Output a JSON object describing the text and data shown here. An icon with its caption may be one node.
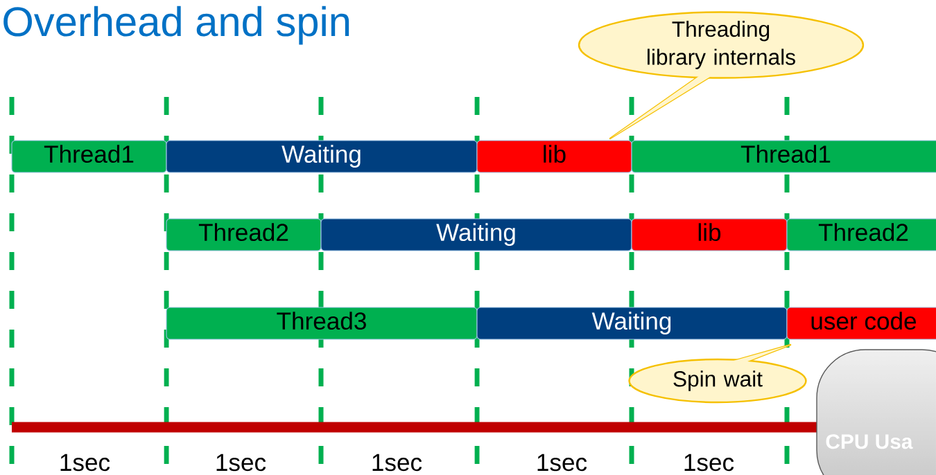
{
  "diagram": {
    "title": "Overhead and spin",
    "nodes": [
      {
        "text": [
          "Thread1"
        ]
      },
      {
        "text": [
          "Waiting"
        ]
      },
      {
        "text": [
          "lib"
        ]
      },
      {
        "text": [
          "Thread1"
        ]
      },
      {
        "text": [
          "Thread2"
        ]
      },
      {
        "text": [
          "Waiting"
        ]
      },
      {
        "text": [
          "lib"
        ]
      },
      {
        "text": [
          "Thread2"
        ]
      },
      {
        "text": [
          "Thread3"
        ]
      },
      {
        "text": [
          "Waiting"
        ]
      },
      {
        "text": [
          "user code"
        ]
      },
      {
        "text": [
          "Threading library internals"
        ]
      },
      {
        "text": [
          "Spin wait"
        ]
      },
      {
        "text": [
          "CPU Usa"
        ]
      }
    ],
    "labels": [
      "1sec",
      "1sec",
      "1sec",
      "1sec",
      "1sec"
    ]
  }
}
